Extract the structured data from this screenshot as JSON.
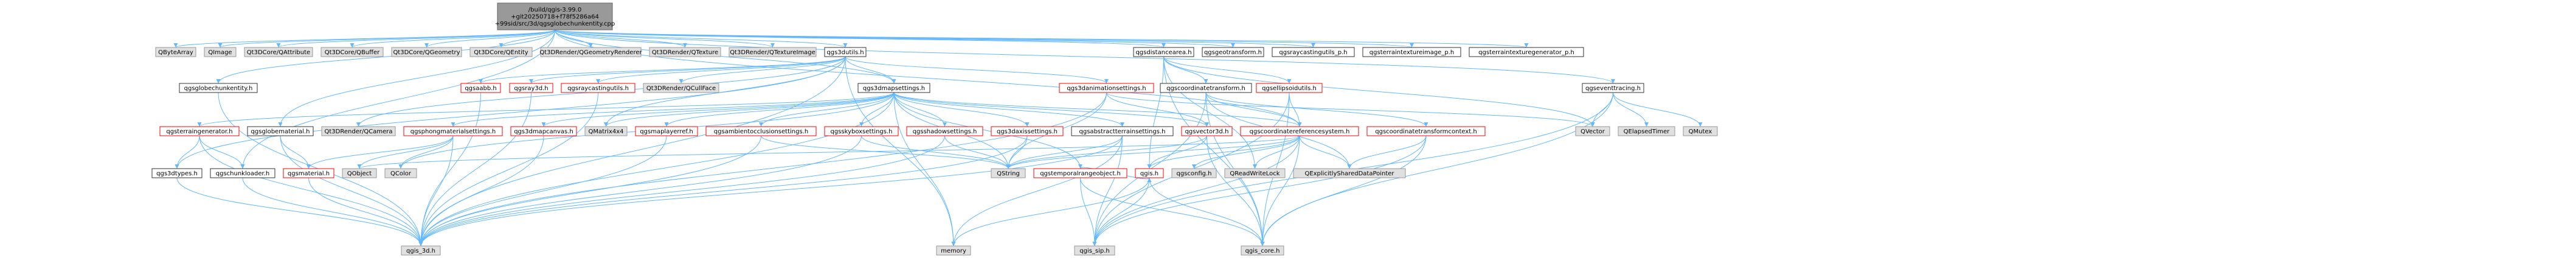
{
  "diagram": {
    "type": "doxygen-include-graph",
    "colors": {
      "root_fill": "#999999",
      "linked_fill": "#ffffff",
      "linked_border": "#333333",
      "red_border": "#ff0000",
      "external_fill": "#e0e0e0",
      "external_border": "#999999",
      "edge": "#63b8ff"
    },
    "nodes": [
      {
        "id": "root",
        "label": "/build/qgis-3.99.0\n+git20250718+f78f5286a64\n+99sid/src/3d/qgsglobechunkentity.cpp",
        "kind": "root"
      },
      {
        "id": "QByteArray",
        "label": "QByteArray",
        "kind": "external"
      },
      {
        "id": "QImage",
        "label": "QImage",
        "kind": "external"
      },
      {
        "id": "QAttribute",
        "label": "Qt3DCore/QAttribute",
        "kind": "external"
      },
      {
        "id": "QBuffer",
        "label": "Qt3DCore/QBuffer",
        "kind": "external"
      },
      {
        "id": "QGeometry",
        "label": "Qt3DCore/QGeometry",
        "kind": "external"
      },
      {
        "id": "QEntity",
        "label": "Qt3DCore/QEntity",
        "kind": "external"
      },
      {
        "id": "QGeometryRenderer",
        "label": "Qt3DRender/QGeometryRenderer",
        "kind": "external"
      },
      {
        "id": "QTexture",
        "label": "Qt3DRender/QTexture",
        "kind": "external"
      },
      {
        "id": "QTextureImage",
        "label": "Qt3DRender/QTextureImage",
        "kind": "external"
      },
      {
        "id": "qgs3dutils",
        "label": "qgs3dutils.h",
        "kind": "linked"
      },
      {
        "id": "qgsdistancearea",
        "label": "qgsdistancearea.h",
        "kind": "linked"
      },
      {
        "id": "qgsgeotransform",
        "label": "qgsgeotransform.h",
        "kind": "linked"
      },
      {
        "id": "qgsraycastingutils_p",
        "label": "qgsraycastingutils_p.h",
        "kind": "linked"
      },
      {
        "id": "qgsterraintextureimage_p",
        "label": "qgsterraintextureimage_p.h",
        "kind": "linked"
      },
      {
        "id": "qgsterraintexturegenerator_p",
        "label": "qgsterraintexturegenerator_p.h",
        "kind": "linked"
      },
      {
        "id": "qgsglobechunkentity_h",
        "label": "qgsglobechunkentity.h",
        "kind": "linked"
      },
      {
        "id": "qgsaabb",
        "label": "qgsaabb.h",
        "kind": "red"
      },
      {
        "id": "qgsray3d",
        "label": "qgsray3d.h",
        "kind": "red"
      },
      {
        "id": "qgsraycastingutils",
        "label": "qgsraycastingutils.h",
        "kind": "red"
      },
      {
        "id": "QCullFace",
        "label": "Qt3DRender/QCullFace",
        "kind": "external"
      },
      {
        "id": "qgs3dmapsettings",
        "label": "qgs3dmapsettings.h",
        "kind": "linked"
      },
      {
        "id": "qgs3danimationsettings",
        "label": "qgs3danimationsettings.h",
        "kind": "red"
      },
      {
        "id": "qgscoordinatetransform",
        "label": "qgscoordinatetransform.h",
        "kind": "linked"
      },
      {
        "id": "qgsellipsoidutils",
        "label": "qgsellipsoidutils.h",
        "kind": "red"
      },
      {
        "id": "qgseventtracing",
        "label": "qgseventtracing.h",
        "kind": "linked"
      },
      {
        "id": "qgsterraingenerator",
        "label": "qgsterraingenerator.h",
        "kind": "red"
      },
      {
        "id": "qgsglobematerial",
        "label": "qgsglobematerial.h",
        "kind": "linked"
      },
      {
        "id": "QCamera",
        "label": "Qt3DRender/QCamera",
        "kind": "external"
      },
      {
        "id": "qgsphongmaterialsettings",
        "label": "qgsphongmaterialsettings.h",
        "kind": "red"
      },
      {
        "id": "qgs3dmapcanvas",
        "label": "qgs3dmapcanvas.h",
        "kind": "red"
      },
      {
        "id": "QMatrix4x4",
        "label": "QMatrix4x4",
        "kind": "external"
      },
      {
        "id": "qgsmaplayerref",
        "label": "qgsmaplayerref.h",
        "kind": "red"
      },
      {
        "id": "qgsambientocclusionsettings",
        "label": "qgsambientocclusionsettings.h",
        "kind": "red"
      },
      {
        "id": "qgsskyboxsettings",
        "label": "qgsskyboxsettings.h",
        "kind": "red"
      },
      {
        "id": "qgsshadowsettings",
        "label": "qgsshadowsettings.h",
        "kind": "red"
      },
      {
        "id": "qgs3daxissettings",
        "label": "qgs3daxissettings.h",
        "kind": "red"
      },
      {
        "id": "qgsabstractterrainsettings",
        "label": "qgsabstractterrainsettings.h",
        "kind": "linked"
      },
      {
        "id": "qgsvector3d",
        "label": "qgsvector3d.h",
        "kind": "red"
      },
      {
        "id": "qgscoordinatereferencesystem",
        "label": "qgscoordinatereferencesystem.h",
        "kind": "red"
      },
      {
        "id": "qgscoordinatetransformcontext",
        "label": "qgscoordinatetransformcontext.h",
        "kind": "red"
      },
      {
        "id": "QVector",
        "label": "QVector",
        "kind": "external"
      },
      {
        "id": "QElapsedTimer",
        "label": "QElapsedTimer",
        "kind": "external"
      },
      {
        "id": "QMutex",
        "label": "QMutex",
        "kind": "external"
      },
      {
        "id": "qgs3dtypes",
        "label": "qgs3dtypes.h",
        "kind": "linked"
      },
      {
        "id": "qgschunkloader",
        "label": "qgschunkloader.h",
        "kind": "linked"
      },
      {
        "id": "qgsmaterial",
        "label": "qgsmaterial.h",
        "kind": "red"
      },
      {
        "id": "QObject",
        "label": "QObject",
        "kind": "external"
      },
      {
        "id": "QColor",
        "label": "QColor",
        "kind": "external"
      },
      {
        "id": "QString",
        "label": "QString",
        "kind": "external"
      },
      {
        "id": "qgstemporalrangeobject",
        "label": "qgstemporalrangeobject.h",
        "kind": "red"
      },
      {
        "id": "qgis",
        "label": "qgis.h",
        "kind": "red"
      },
      {
        "id": "qgsconfig",
        "label": "qgsconfig.h",
        "kind": "external"
      },
      {
        "id": "QReadWriteLock",
        "label": "QReadWriteLock",
        "kind": "external"
      },
      {
        "id": "QExplicitlySharedDataPointer",
        "label": "QExplicitlySharedDataPointer",
        "kind": "external"
      },
      {
        "id": "qgis_3d",
        "label": "qgis_3d.h",
        "kind": "external"
      },
      {
        "id": "memory",
        "label": "memory",
        "kind": "external"
      },
      {
        "id": "qgis_sip",
        "label": "qgis_sip.h",
        "kind": "external"
      },
      {
        "id": "qgis_core",
        "label": "qgis_core.h",
        "kind": "external"
      }
    ],
    "edges": [
      [
        "root",
        "QByteArray"
      ],
      [
        "root",
        "QImage"
      ],
      [
        "root",
        "QAttribute"
      ],
      [
        "root",
        "QBuffer"
      ],
      [
        "root",
        "QGeometry"
      ],
      [
        "root",
        "QEntity"
      ],
      [
        "root",
        "QGeometryRenderer"
      ],
      [
        "root",
        "QTexture"
      ],
      [
        "root",
        "QTextureImage"
      ],
      [
        "root",
        "qgs3dutils"
      ],
      [
        "root",
        "qgsdistancearea"
      ],
      [
        "root",
        "qgsgeotransform"
      ],
      [
        "root",
        "qgsraycastingutils_p"
      ],
      [
        "root",
        "qgsterraintextureimage_p"
      ],
      [
        "root",
        "qgsterraintexturegenerator_p"
      ],
      [
        "root",
        "qgsglobechunkentity_h"
      ],
      [
        "root",
        "qgs3dmapsettings"
      ],
      [
        "root",
        "qgseventtracing"
      ],
      [
        "root",
        "qgsglobematerial"
      ],
      [
        "root",
        "qgschunkloader"
      ],
      [
        "root",
        "qgscoordinatereferencesystem"
      ],
      [
        "qgs3dutils",
        "qgsaabb"
      ],
      [
        "qgs3dutils",
        "qgsray3d"
      ],
      [
        "qgs3dutils",
        "qgsraycastingutils"
      ],
      [
        "qgs3dutils",
        "QCullFace"
      ],
      [
        "qgs3dutils",
        "qgs3dmapsettings"
      ],
      [
        "qgs3dutils",
        "qgs3danimationsettings"
      ],
      [
        "qgs3dutils",
        "qgs3dtypes"
      ],
      [
        "qgs3dutils",
        "QCamera"
      ],
      [
        "qgs3dutils",
        "memory"
      ],
      [
        "qgs3dutils",
        "qgis_3d"
      ],
      [
        "qgs3dutils",
        "QMatrix4x4"
      ],
      [
        "qgsdistancearea",
        "qgscoordinatetransform"
      ],
      [
        "qgsdistancearea",
        "qgsellipsoidutils"
      ],
      [
        "qgsdistancearea",
        "qgis"
      ],
      [
        "qgsdistancearea",
        "qgis_core"
      ],
      [
        "qgsdistancearea",
        "QVector"
      ],
      [
        "qgsdistancearea",
        "QReadWriteLock"
      ],
      [
        "qgsglobechunkentity_h",
        "qgis_3d"
      ],
      [
        "qgsaabb",
        "qgis_3d"
      ],
      [
        "qgsray3d",
        "qgis_3d"
      ],
      [
        "qgsraycastingutils",
        "qgis_3d"
      ],
      [
        "qgs3dmapsettings",
        "qgs3dmapcanvas"
      ],
      [
        "qgs3dmapsettings",
        "QMatrix4x4"
      ],
      [
        "qgs3dmapsettings",
        "qgsmaplayerref"
      ],
      [
        "qgs3dmapsettings",
        "qgsambientocclusionsettings"
      ],
      [
        "qgs3dmapsettings",
        "qgsskyboxsettings"
      ],
      [
        "qgs3dmapsettings",
        "qgsshadowsettings"
      ],
      [
        "qgs3dmapsettings",
        "qgs3daxissettings"
      ],
      [
        "qgs3dmapsettings",
        "qgsabstractterrainsettings"
      ],
      [
        "qgs3dmapsettings",
        "qgsvector3d"
      ],
      [
        "qgs3dmapsettings",
        "qgsphongmaterialsettings"
      ],
      [
        "qgs3dmapsettings",
        "qgsterraingenerator"
      ],
      [
        "qgs3dmapsettings",
        "qgscoordinatereferencesystem"
      ],
      [
        "qgs3dmapsettings",
        "qgstemporalrangeobject"
      ],
      [
        "qgs3dmapsettings",
        "QColor"
      ],
      [
        "qgs3dmapsettings",
        "qgis_3d"
      ],
      [
        "qgs3dmapsettings",
        "memory"
      ],
      [
        "qgs3dmapsettings",
        "QString"
      ],
      [
        "qgs3danimationsettings",
        "qgsvector3d"
      ],
      [
        "qgs3danimationsettings",
        "QVector"
      ],
      [
        "qgs3danimationsettings",
        "QString"
      ],
      [
        "qgs3danimationsettings",
        "qgis_3d"
      ],
      [
        "qgscoordinatetransform",
        "qgscoordinatereferencesystem"
      ],
      [
        "qgscoordinatetransform",
        "qgscoordinatetransformcontext"
      ],
      [
        "qgscoordinatetransform",
        "qgis_core"
      ],
      [
        "qgscoordinatetransform",
        "QExplicitlySharedDataPointer"
      ],
      [
        "qgscoordinatetransform",
        "qgis_sip"
      ],
      [
        "qgsellipsoidutils",
        "qgis_core"
      ],
      [
        "qgsellipsoidutils",
        "qgscoordinatereferencesystem"
      ],
      [
        "qgsellipsoidutils",
        "qgis_sip"
      ],
      [
        "qgseventtracing",
        "QElapsedTimer"
      ],
      [
        "qgseventtracing",
        "QMutex"
      ],
      [
        "qgseventtracing",
        "QVector"
      ],
      [
        "qgseventtracing",
        "qgis_core"
      ],
      [
        "qgseventtracing",
        "qgis_sip"
      ],
      [
        "qgsterraingenerator",
        "qgs3dtypes"
      ],
      [
        "qgsterraingenerator",
        "qgschunkloader"
      ],
      [
        "qgsterraingenerator",
        "qgis_3d"
      ],
      [
        "qgsglobematerial",
        "qgsmaterial"
      ],
      [
        "qgsglobematerial",
        "qgis_3d"
      ],
      [
        "qgsphongmaterialsettings",
        "qgsmaterial"
      ],
      [
        "qgsphongmaterialsettings",
        "QObject"
      ],
      [
        "qgsphongmaterialsettings",
        "QColor"
      ],
      [
        "qgsphongmaterialsettings",
        "qgis_3d"
      ],
      [
        "qgs3dmapcanvas",
        "qgis_3d"
      ],
      [
        "qgsmaplayerref",
        "qgis_3d"
      ],
      [
        "qgsambientocclusionsettings",
        "qgis_3d"
      ],
      [
        "qgsambientocclusionsettings",
        "QString"
      ],
      [
        "qgsskyboxsettings",
        "QString"
      ],
      [
        "qgsskyboxsettings",
        "qgis_3d"
      ],
      [
        "qgsshadowsettings",
        "QString"
      ],
      [
        "qgsshadowsettings",
        "qgis_3d"
      ],
      [
        "qgs3daxissettings",
        "QString"
      ],
      [
        "qgs3daxissettings",
        "qgis_3d"
      ],
      [
        "qgsabstractterrainsettings",
        "qgis_3d"
      ],
      [
        "qgsabstractterrainsettings",
        "QString"
      ],
      [
        "qgsabstractterrainsettings",
        "memory"
      ],
      [
        "qgsabstractterrainsettings",
        "qgis_sip"
      ],
      [
        "qgsvector3d",
        "qgis_core"
      ],
      [
        "qgsvector3d",
        "qgis"
      ],
      [
        "qgsvector3d",
        "QString"
      ],
      [
        "qgscoordinatereferencesystem",
        "qgis"
      ],
      [
        "qgscoordinatereferencesystem",
        "qgis_core"
      ],
      [
        "qgscoordinatereferencesystem",
        "qgis_sip"
      ],
      [
        "qgscoordinatereferencesystem",
        "qgsconfig"
      ],
      [
        "qgscoordinatereferencesystem",
        "QReadWriteLock"
      ],
      [
        "qgscoordinatereferencesystem",
        "QExplicitlySharedDataPointer"
      ],
      [
        "qgscoordinatereferencesystem",
        "QString"
      ],
      [
        "qgscoordinatereferencesystem",
        "QObject"
      ],
      [
        "qgscoordinatetransformcontext",
        "qgis_core"
      ],
      [
        "qgscoordinatetransformcontext",
        "qgis_sip"
      ],
      [
        "qgscoordinatetransformcontext",
        "QExplicitlySharedDataPointer"
      ],
      [
        "qgs3dtypes",
        "qgis_3d"
      ],
      [
        "qgschunkloader",
        "qgis_3d"
      ],
      [
        "qgsmaterial",
        "qgis_3d"
      ],
      [
        "qgstemporalrangeobject",
        "qgis_core"
      ],
      [
        "qgstemporalrangeobject",
        "qgis_sip"
      ],
      [
        "qgstemporalrangeobject",
        "qgis"
      ],
      [
        "qgis",
        "memory"
      ],
      [
        "qgis",
        "qgis_core"
      ],
      [
        "qgis",
        "qgis_sip"
      ]
    ]
  }
}
